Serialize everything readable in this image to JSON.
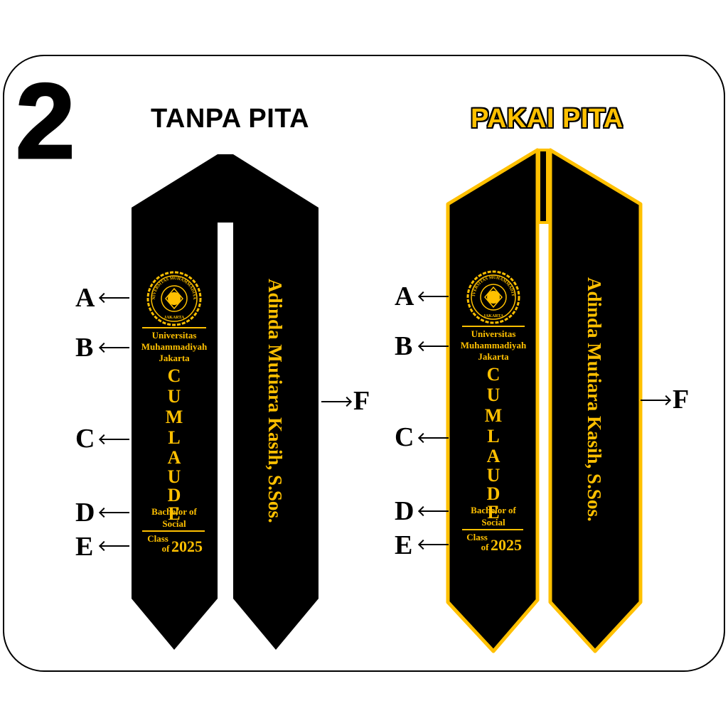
{
  "option_number": "2",
  "variants": [
    {
      "heading": "TANPA PITA",
      "has_ribbon": false
    },
    {
      "heading": "PAKAI PITA",
      "has_ribbon": true
    }
  ],
  "callouts": {
    "a": "A",
    "b": "B",
    "c": "C",
    "d": "D",
    "e": "E",
    "f": "F"
  },
  "stole": {
    "logo_ring_text": "UNIVERSITAS MUHAMMADIYAH",
    "logo_bottom_text": "JAKARTA",
    "university_line1": "Universitas",
    "university_line2": "Muhammadiyah",
    "university_line3": "Jakarta",
    "honor_letters": [
      "C",
      "U",
      "M",
      "L",
      "A",
      "U",
      "D",
      "E"
    ],
    "degree_line1": "Bachelor of",
    "degree_line2": "Social",
    "class_word1": "Class",
    "class_word2": "of",
    "class_year": "2025",
    "name": "Adinda Mutiara Kasih, S.Sos."
  },
  "colors": {
    "stole": "#000000",
    "text_gold": "#FFC000",
    "ribbon": "#FFC000"
  }
}
